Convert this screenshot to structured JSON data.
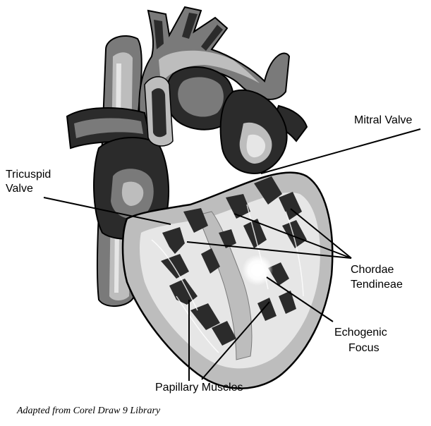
{
  "labels": {
    "mitral_valve": "Mitral Valve",
    "tricuspid_valve_line1": "Tricuspid",
    "tricuspid_valve_line2": "Valve",
    "chordae_tendineae_line1": "Chordae",
    "chordae_tendineae_line2": "Tendineae",
    "echogenic_focus_line1": "Echogenic",
    "echogenic_focus_line2": "Focus",
    "papillary_muscles": "Papillary Muscles"
  },
  "credit": "Adapted from Corel Draw 9 Library",
  "colors": {
    "ink": "#000000",
    "dark": "#2b2b2b",
    "mid": "#7a7a7a",
    "light": "#bdbdbd",
    "pale": "#e6e6e6",
    "echogenic_focus": "#ffffff"
  }
}
